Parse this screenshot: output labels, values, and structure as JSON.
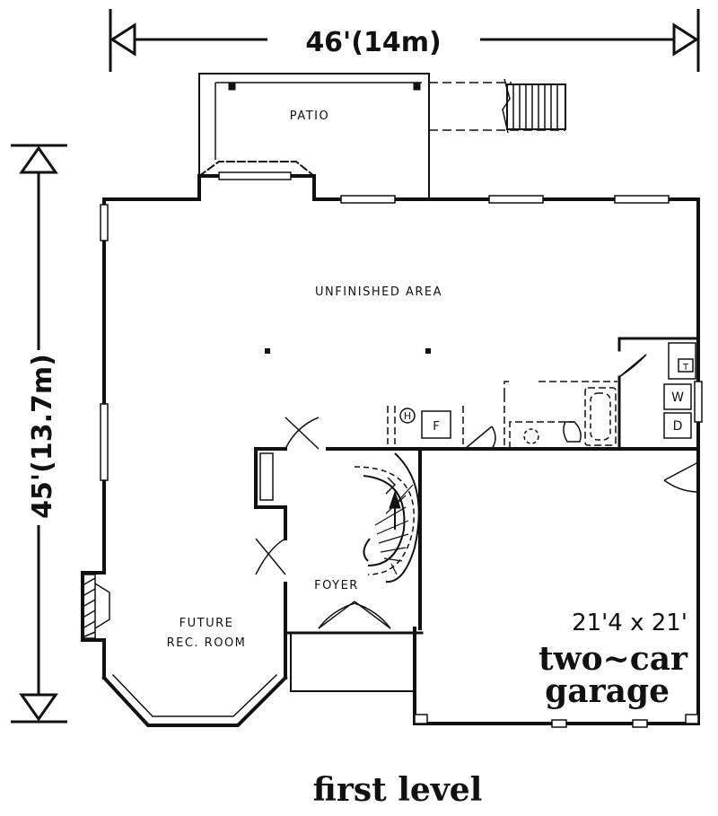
{
  "plan": {
    "width_dimension": "46'(14m)",
    "depth_dimension": "45'(13.7m)",
    "rooms": {
      "patio": "PATIO",
      "unfinished": "UNFINISHED AREA",
      "foyer": "FOYER",
      "rec_room_line1": "FUTURE",
      "rec_room_line2": "REC. ROOM",
      "garage_size": "21'4 x 21'",
      "garage_line1": "two~car",
      "garage_line2": "garage"
    },
    "fixtures": {
      "heater": "H",
      "furnace": "F",
      "washer": "W",
      "dryer": "D",
      "toilet_tank": "T"
    },
    "level_title": "first level"
  }
}
